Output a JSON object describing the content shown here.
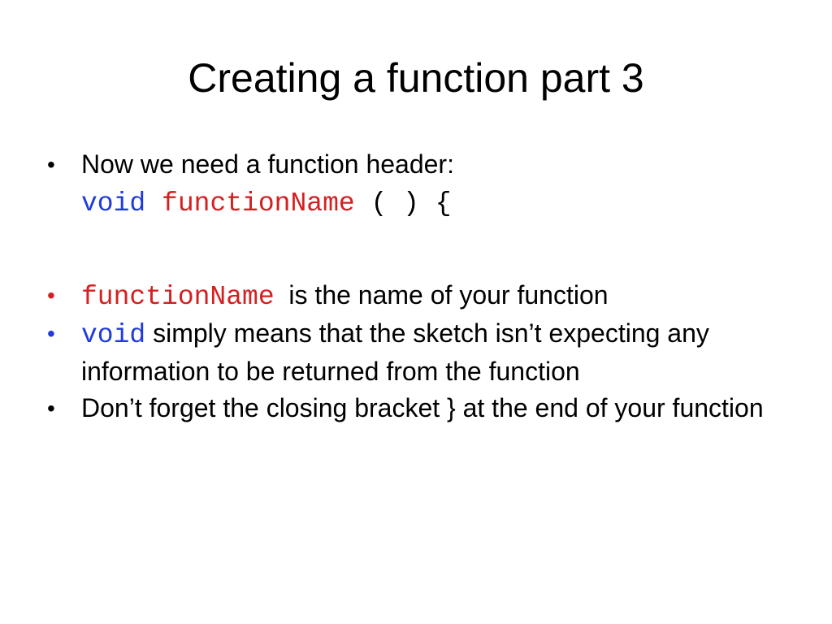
{
  "slide": {
    "title": "Creating a function part 3",
    "bullets": [
      {
        "text": "Now we need a function header:"
      },
      {
        "code": "functionName",
        "text": "is the name of your function"
      },
      {
        "code": "void",
        "text": "simply means that the sketch isn’t expecting any information to be returned from the function"
      },
      {
        "text": "Don’t forget the closing bracket } at the end of your function"
      }
    ],
    "code_header": {
      "keyword": "void",
      "name": "functionName",
      "rest": "( ) {"
    },
    "bullet_glyph": "•",
    "colors": {
      "keyword": "#1f3bdb",
      "function_name": "#d42020",
      "text": "#000000",
      "background": "#ffffff"
    }
  }
}
